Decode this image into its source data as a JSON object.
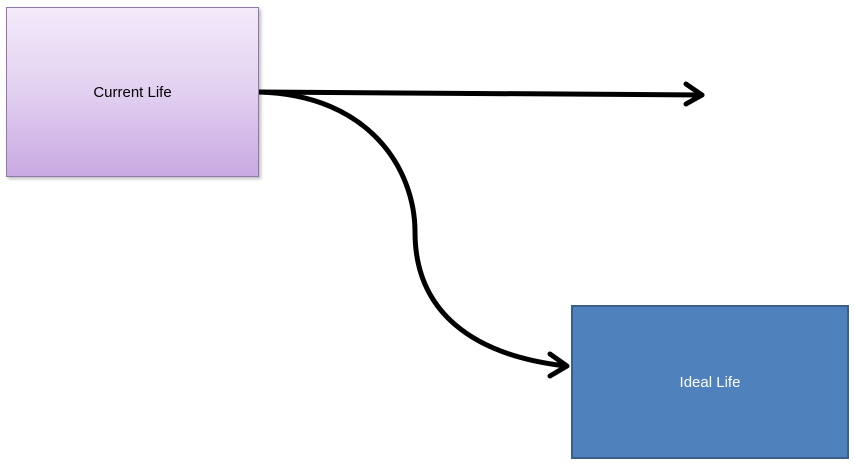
{
  "diagram": {
    "nodes": {
      "current_life": {
        "label": "Current Life"
      },
      "ideal_life": {
        "label": "Ideal Life"
      }
    },
    "edges": [
      {
        "from": "current_life",
        "to": "",
        "shape": "straight"
      },
      {
        "from": "current_life",
        "to": "ideal_life",
        "shape": "curved"
      }
    ],
    "colors": {
      "current_box_fill_top": "#f3eafa",
      "current_box_fill_bottom": "#c9a9e2",
      "current_box_border": "#8e7aa9",
      "ideal_box_fill": "#4f81bd",
      "ideal_box_border": "#3a5f8c",
      "arrow": "#000000"
    }
  }
}
